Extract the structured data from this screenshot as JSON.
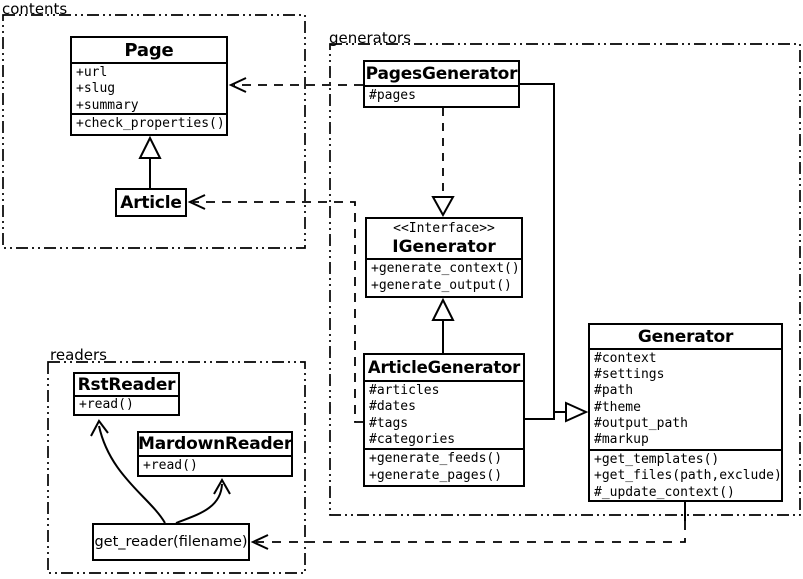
{
  "diagram": {
    "kind": "uml-class-diagram"
  },
  "colors": {
    "line": "#000000",
    "background": "#ffffff"
  },
  "packages": {
    "contents": {
      "label": "contents"
    },
    "generators": {
      "label": "generators"
    },
    "readers": {
      "label": "readers"
    }
  },
  "classes": {
    "page": {
      "name": "Page",
      "attributes": [
        "+url",
        "+slug",
        "+summary"
      ],
      "methods": [
        "+check_properties()"
      ]
    },
    "article": {
      "name": "Article"
    },
    "pages_generator": {
      "name": "PagesGenerator",
      "attributes": [
        "#pages"
      ]
    },
    "igenerator": {
      "stereotype": "<<Interface>>",
      "name": "IGenerator",
      "methods": [
        "+generate_context()",
        "+generate_output()"
      ]
    },
    "article_generator": {
      "name": "ArticleGenerator",
      "attributes": [
        "#articles",
        "#dates",
        "#tags",
        "#categories"
      ],
      "methods": [
        "+generate_feeds()",
        "+generate_pages()"
      ]
    },
    "generator": {
      "name": "Generator",
      "attributes": [
        "#context",
        "#settings",
        "#path",
        "#theme",
        "#output_path",
        "#markup"
      ],
      "methods": [
        "+get_templates()",
        "+get_files(path,exclude)",
        "#_update_context()"
      ]
    },
    "rst_reader": {
      "name": "RstReader",
      "methods": [
        "+read()"
      ]
    },
    "markdown_reader": {
      "name": "MardownReader",
      "methods": [
        "+read()"
      ]
    },
    "get_reader": {
      "label": "get_reader(filename)"
    }
  },
  "relationships": [
    {
      "from": "Article",
      "to": "Page",
      "type": "inheritance"
    },
    {
      "from": "PagesGenerator",
      "to": "Page",
      "type": "dependency"
    },
    {
      "from": "ArticleGenerator",
      "to": "Article",
      "type": "dependency"
    },
    {
      "from": "PagesGenerator",
      "to": "IGenerator",
      "type": "realization"
    },
    {
      "from": "ArticleGenerator",
      "to": "IGenerator",
      "type": "inheritance"
    },
    {
      "from": "PagesGenerator",
      "to": "Generator",
      "type": "inheritance"
    },
    {
      "from": "ArticleGenerator",
      "to": "Generator",
      "type": "inheritance"
    },
    {
      "from": "Generator",
      "to": "get_reader(filename)",
      "type": "dependency"
    },
    {
      "from": "get_reader(filename)",
      "to": "RstReader",
      "type": "arrow"
    },
    {
      "from": "get_reader(filename)",
      "to": "MardownReader",
      "type": "arrow"
    }
  ]
}
